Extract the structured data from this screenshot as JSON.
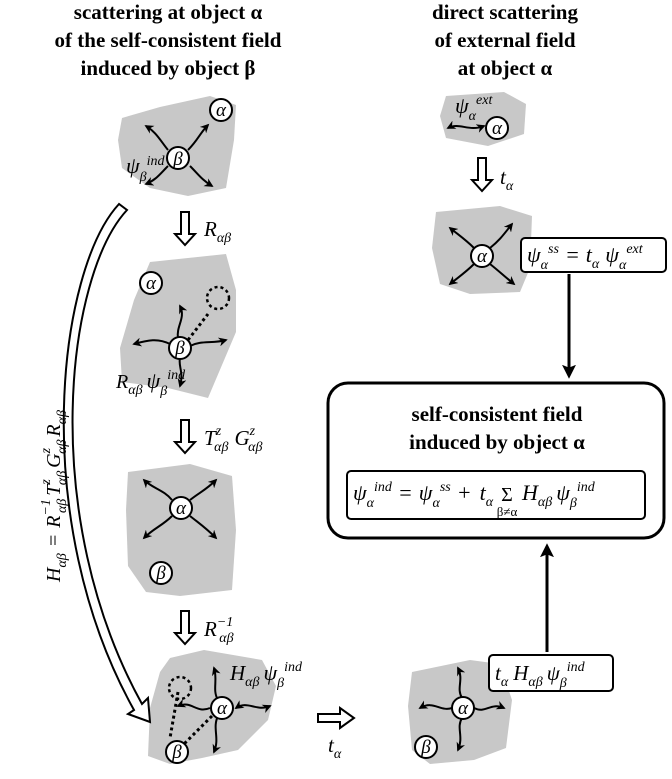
{
  "headers": {
    "left": [
      "scattering at object α",
      "of the self-consistent field",
      "induced by object β"
    ],
    "right": [
      "direct scattering",
      "of external field",
      "at object α"
    ]
  },
  "objects": {
    "alpha": "α",
    "beta": "β"
  },
  "labels": {
    "psi": "ψ",
    "psi_upright": "ψ",
    "sub_alpha": "α",
    "sub_beta": "β",
    "sub_alphabeta": "αβ",
    "sup_ind": "ind",
    "sup_ext": "ext",
    "sup_ss": "ss",
    "sup_z": "z",
    "sup_inv": "−1",
    "R": "R",
    "T": "T",
    "G": "G",
    "H": "H",
    "t": "t",
    "eq": "=",
    "plus": "+",
    "sum": "Σ",
    "sum_sub": "β≠α"
  },
  "result_box": {
    "title": [
      "self-consistent field",
      "induced by object α"
    ]
  }
}
